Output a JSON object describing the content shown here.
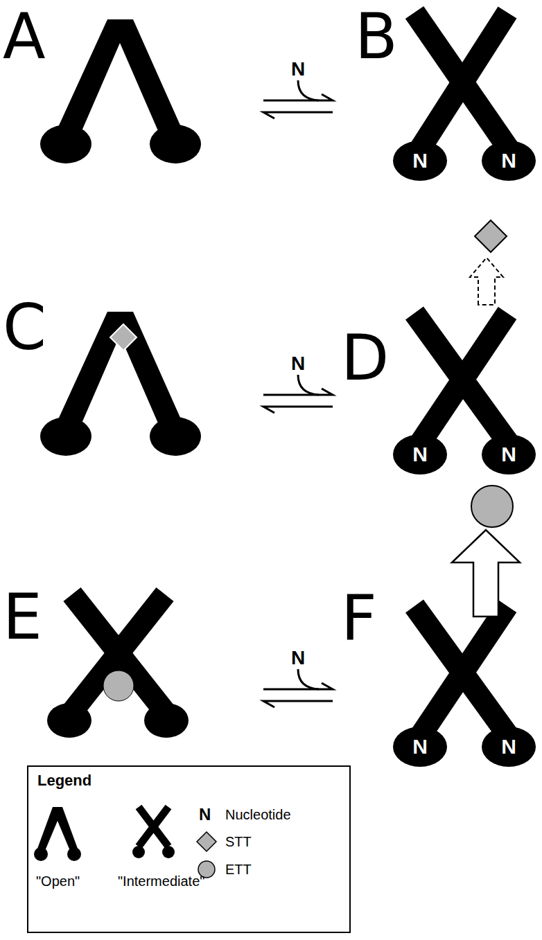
{
  "diagram": {
    "nodes": [
      {
        "text": [
          "N"
        ]
      },
      {
        "text": [
          "N"
        ]
      },
      {
        "text": [
          "N"
        ]
      },
      {
        "text": [
          "N"
        ]
      },
      {
        "text": [
          "N"
        ]
      },
      {
        "text": [
          "N"
        ]
      }
    ],
    "labels": [
      "A",
      "N",
      "B",
      "C",
      "N",
      "D",
      "E",
      "N",
      "F",
      "Legend",
      "N"
    ],
    "legend": [
      {
        "text": "\"Open\""
      },
      {
        "text": "\"Intermediate\""
      },
      {
        "text": "Nucleotide"
      },
      {
        "text": "STT"
      },
      {
        "text": "ETT"
      }
    ]
  }
}
